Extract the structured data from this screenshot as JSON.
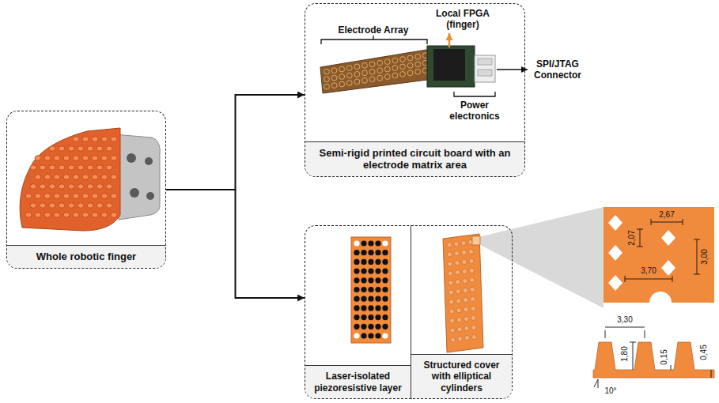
{
  "diagram": {
    "nodes": [
      {
        "text": [
          "Whole robotic finger"
        ]
      },
      {
        "text": [
          "Semi-rigid printed circuit board with an electrode matrix area"
        ]
      },
      {
        "text": [
          "Laser-isolated piezoresistive layer"
        ]
      },
      {
        "text": [
          "Structured cover with elliptical cylinders"
        ]
      }
    ],
    "edges": [
      {
        "from": 0,
        "to": 1,
        "arrow": "to"
      },
      {
        "from": 0,
        "to": 2,
        "arrow": "to"
      }
    ],
    "labels": [
      "Electrode Array",
      "Local FPGA (finger)",
      "SPI/JTAG Connector",
      "Power electronics",
      "2,67",
      "2,07",
      "3,00",
      "3,70",
      "3,30",
      "1,80",
      "0,15",
      "0,45",
      "10°"
    ]
  }
}
